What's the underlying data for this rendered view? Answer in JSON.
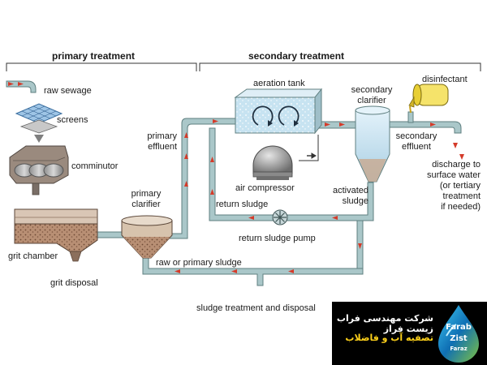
{
  "headers": {
    "primary": "primary treatment",
    "secondary": "secondary treatment"
  },
  "labels": {
    "raw_sewage": "raw sewage",
    "screens": "screens",
    "comminutor": "comminutor",
    "grit_chamber": "grit chamber",
    "grit_disposal": "grit disposal",
    "primary_clarifier": [
      "primary",
      "clarifier"
    ],
    "primary_effluent": [
      "primary",
      "effluent"
    ],
    "aeration_tank": "aeration tank",
    "air_compressor": "air compressor",
    "secondary_clarifier": [
      "secondary",
      "clarifier"
    ],
    "disinfectant": "disinfectant",
    "secondary_effluent": [
      "secondary",
      "effluent"
    ],
    "activated_sludge": [
      "activated",
      "sludge"
    ],
    "return_sludge": "return sludge",
    "return_sludge_pump": "return sludge pump",
    "raw_or_primary_sludge": "raw or primary sludge",
    "sludge_treatment": "sludge treatment and disposal",
    "discharge": [
      "discharge to",
      "surface water",
      "(or tertiary",
      "treatment",
      "if needed)"
    ]
  },
  "watermark": {
    "company_fa": "شرکت مهندسی فراب زیست فراز",
    "service_fa": "تصفیه آب و فاضلاب",
    "logo_line1": "Farab",
    "logo_line2": "Zist",
    "logo_line3": "Faraz"
  },
  "colors": {
    "pipe_fill": "#aac7c9",
    "pipe_stroke": "#5f7f80",
    "flow_arrow": "#d43b2a",
    "water": "#cfe7f3",
    "sludge": "#a0745a",
    "tank_wall": "#7a7a7a",
    "watermark_bg": "#000000",
    "watermark_text": "#ffffff",
    "watermark_accent": "#ffd21a"
  }
}
